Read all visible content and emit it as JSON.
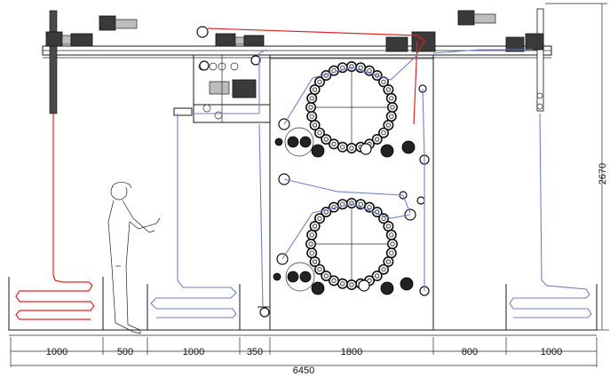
{
  "dimensions": {
    "segments": [
      "1000",
      "500",
      "1000",
      "350",
      "1800",
      "800",
      "1000"
    ],
    "total": "6450",
    "height": "2670"
  },
  "colors": {
    "line": "#1a1a1a",
    "flow_blue": "#6f80c9",
    "flow_red": "#e02525",
    "background": "#ffffff"
  }
}
